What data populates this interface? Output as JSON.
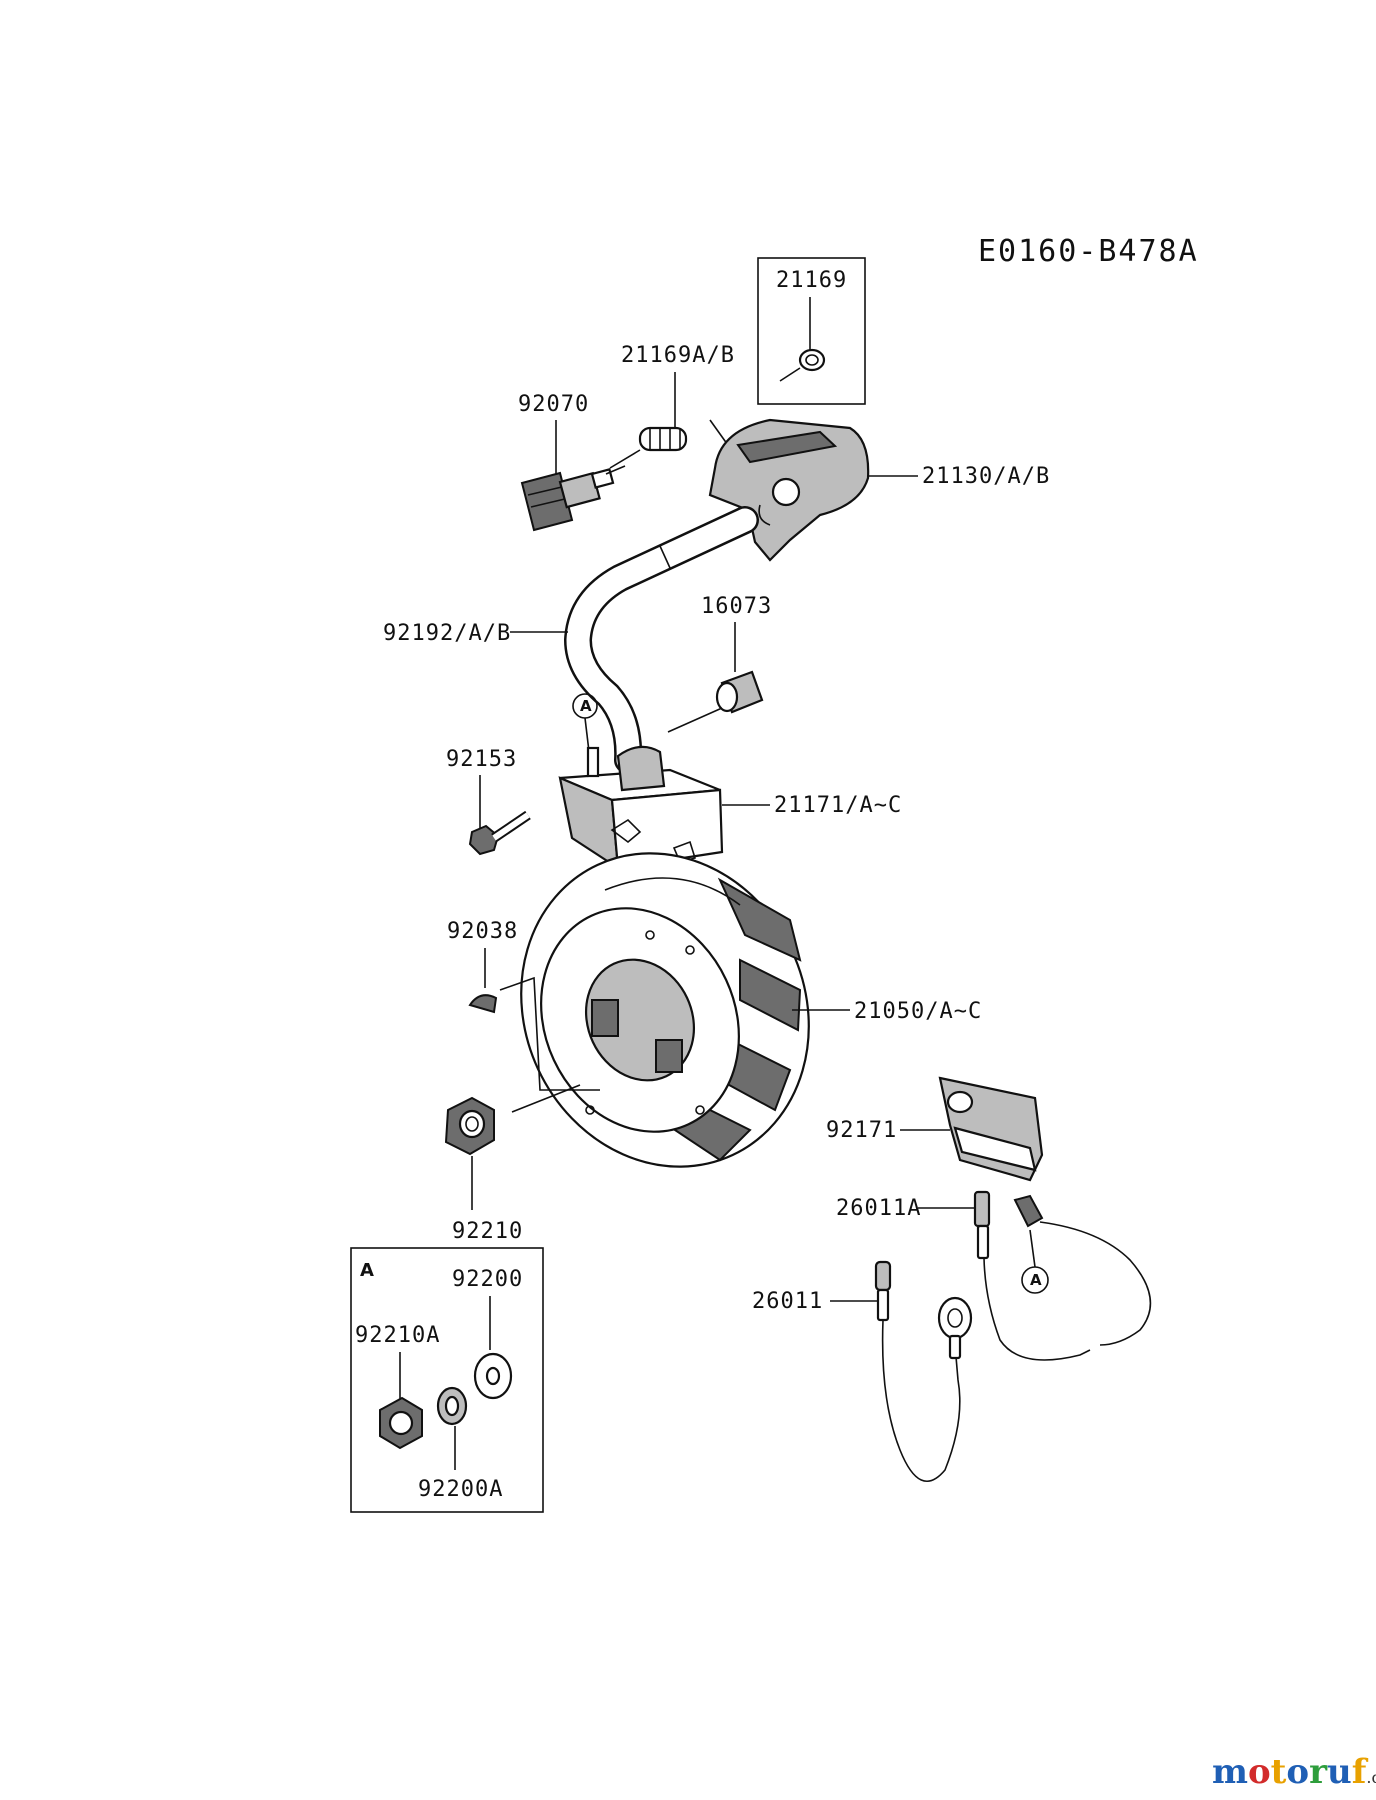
{
  "diagram_code": "E0160-B478A",
  "parts": {
    "p21169": "21169",
    "p21169ab": "21169A/B",
    "p92070": "92070",
    "p21130ab": "21130/A/B",
    "p92192ab": "92192/A/B",
    "p16073": "16073",
    "p92153": "92153",
    "p21171ac": "21171/A~C",
    "p92038": "92038",
    "p21050ac": "21050/A~C",
    "p92210": "92210",
    "p92171": "92171",
    "p26011a": "26011A",
    "p26011": "26011",
    "p92200": "92200",
    "p92210a": "92210A",
    "p92200a": "92200A"
  },
  "ref_marks": {
    "coil_marker": "A",
    "wire_marker": "A",
    "kit_box": "A"
  },
  "watermark": {
    "brand": "motoruf",
    "tld": ".de",
    "colors": [
      "#1f5fb5",
      "#d22b2b",
      "#e8a100",
      "#1f5fb5",
      "#2e9e3c",
      "#1f5fb5",
      "#e8a100"
    ]
  }
}
